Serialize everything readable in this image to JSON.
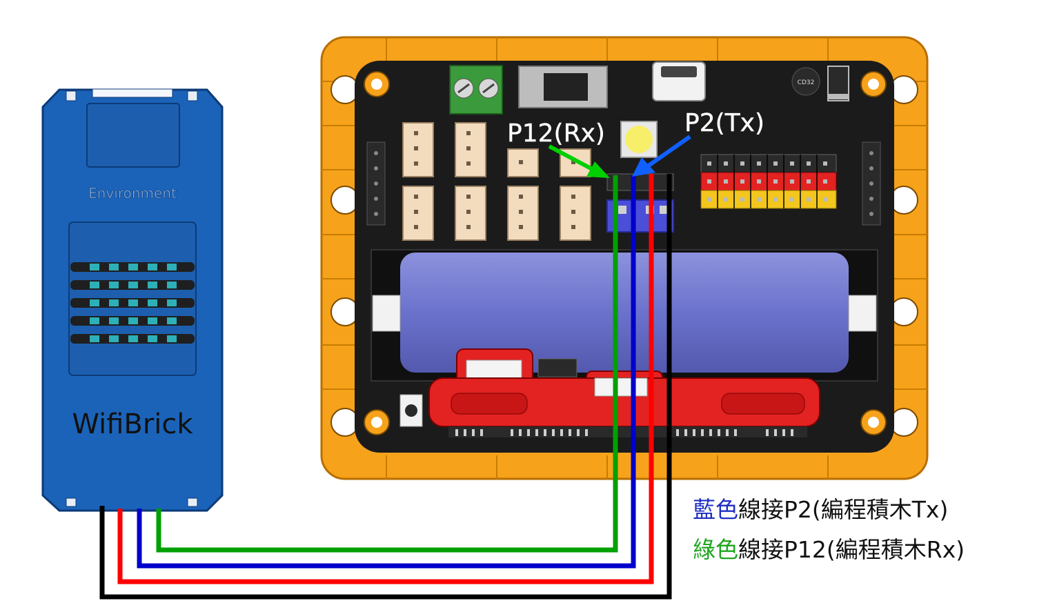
{
  "module": {
    "name": "WifiBrick",
    "sensor_label": "Environment"
  },
  "board": {
    "chip_label": "CD32"
  },
  "pins": {
    "rx_label": "P12(Rx)",
    "tx_label": "P2(Tx)"
  },
  "captions": [
    {
      "color_word": "藍色",
      "rest": "線接P2(編程積木Tx)",
      "color": "#1f2fc2"
    },
    {
      "color_word": "綠色",
      "rest": "線接P12(編程積木Rx)",
      "color": "#1ea51e"
    }
  ],
  "colors": {
    "board_frame": "#f7a21b",
    "pcb": "#1b1b1b",
    "module": "#1b63b8",
    "battery": "#6f76cf",
    "expansion": "#e32222",
    "wire_black": "#000000",
    "wire_red": "#ff0000",
    "wire_blue": "#0000cc",
    "wire_green": "#00a000"
  }
}
